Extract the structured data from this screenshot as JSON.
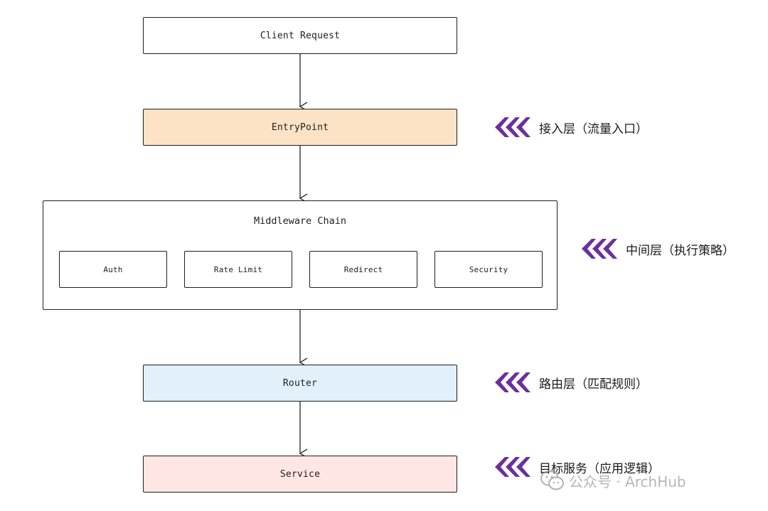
{
  "nodes": {
    "client": "Client Request",
    "entrypoint": "EntryPoint",
    "middleware_title": "Middleware Chain",
    "middleware_items": [
      "Auth",
      "Rate Limit",
      "Redirect",
      "Security"
    ],
    "router": "Router",
    "service": "Service"
  },
  "layers": [
    {
      "label": "接入层（流量入口）"
    },
    {
      "label": "中间层（执行策略）"
    },
    {
      "label": "路由层（匹配规则）"
    },
    {
      "label": "目标服务（应用逻辑）"
    }
  ],
  "watermark": {
    "text": "公众号 · ArchHub",
    "icon": "wechat-icon"
  },
  "colors": {
    "entrypoint_fill": "#fde3c6",
    "router_fill": "#e1f0fb",
    "service_fill": "#fde6e3",
    "chevron": "#6b2f9e",
    "stroke": "#1e1e1e"
  }
}
